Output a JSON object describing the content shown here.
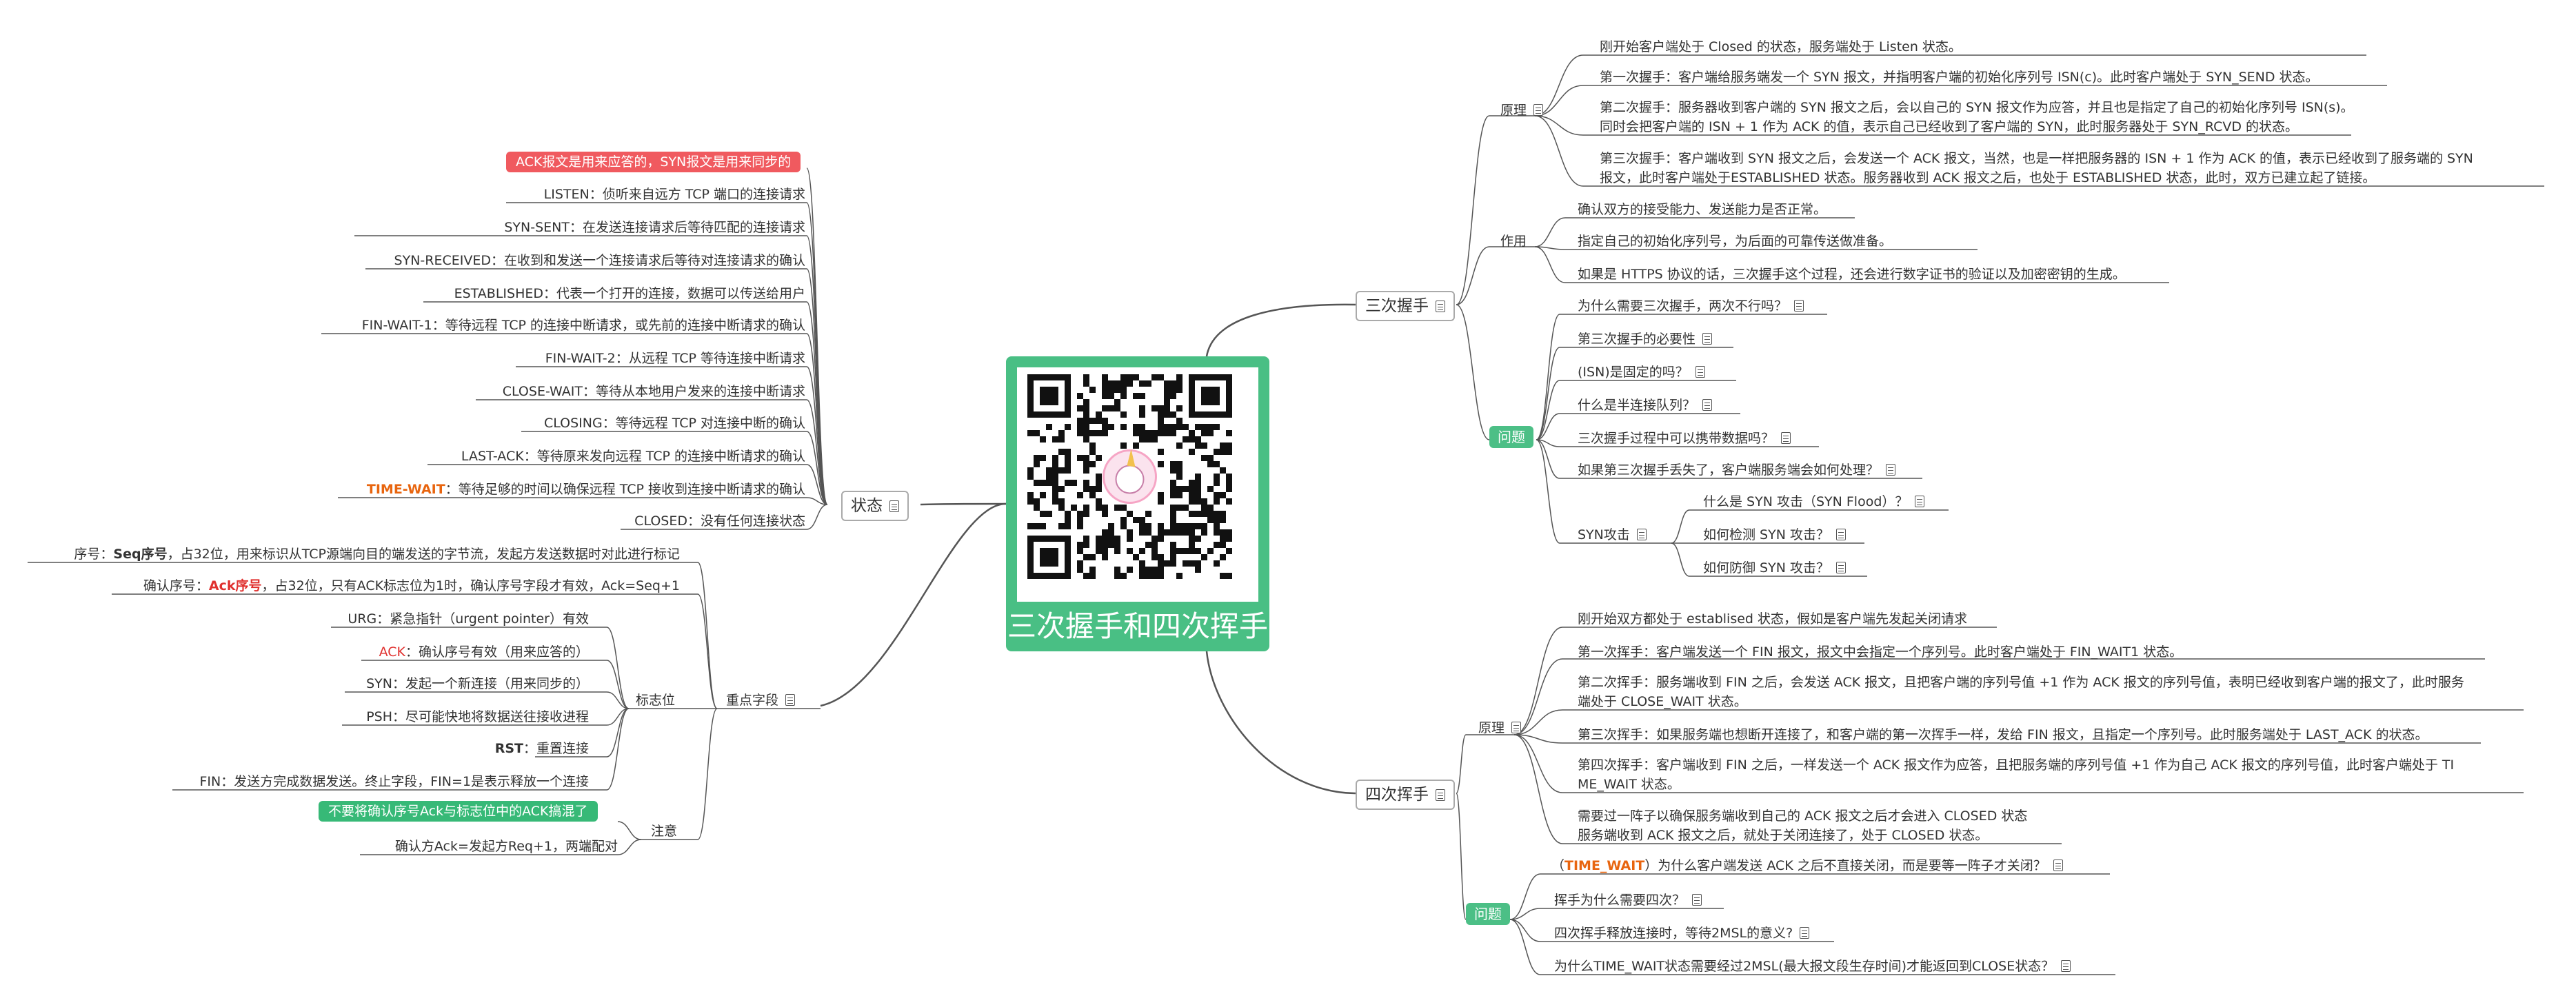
{
  "center": {
    "title": "三次握手和四次挥手"
  },
  "branches": {
    "handshake": "三次握手",
    "wave": "四次挥手",
    "state": "状态",
    "fields": "重点字段"
  },
  "handshake": {
    "principle": {
      "label": "原理",
      "items": [
        "刚开始客户端处于 Closed 的状态，服务端处于 Listen 状态。",
        "第一次握手：客户端给服务端发一个 SYN 报文，并指明客户端的初始化序列号 ISN(c)。此时客户端处于 SYN_SEND 状态。",
        "第二次握手：服务器收到客户端的 SYN 报文之后，会以自己的 SYN 报文作为应答，并且也是指定了自己的初始化序列号 ISN(s)。",
        "同时会把客户端的 ISN + 1 作为 ACK 的值，表示自己已经收到了客户端的 SYN，此时服务器处于 SYN_RCVD 的状态。",
        "第三次握手：客户端收到 SYN 报文之后，会发送一个 ACK 报文，当然，也是一样把服务器的 ISN + 1 作为 ACK 的值，表示已经收到了服务端的 SYN",
        "报文，此时客户端处于ESTABLISHED 状态。服务器收到 ACK 报文之后，也处于 ESTABLISHED 状态，此时，双方已建立起了链接。"
      ]
    },
    "purpose": {
      "label": "作用",
      "items": [
        "确认双方的接受能力、发送能力是否正常。",
        "指定自己的初始化序列号，为后面的可靠传送做准备。",
        "如果是 HTTPS 协议的话，三次握手这个过程，还会进行数字证书的验证以及加密密钥的生成。"
      ]
    },
    "questions": {
      "label": "问题",
      "items": [
        "为什么需要三次握手，两次不行吗？",
        "第三次握手的必要性",
        "(ISN)是固定的吗？",
        "什么是半连接队列？",
        "三次握手过程中可以携带数据吗？",
        "如果第三次握手丢失了，客户端服务端会如何处理？"
      ],
      "syn": {
        "label": "SYN攻击",
        "items": [
          "什么是 SYN 攻击（SYN Flood）？",
          "如何检测 SYN 攻击？",
          "如何防御 SYN 攻击？"
        ]
      }
    }
  },
  "wave": {
    "principle": {
      "label": "原理",
      "items": [
        "刚开始双方都处于 establised 状态，假如是客户端先发起关闭请求",
        "第一次挥手：客户端发送一个 FIN 报文，报文中会指定一个序列号。此时客户端处于 FIN_WAIT1 状态。",
        "第二次挥手：服务端收到 FIN 之后，会发送 ACK 报文，且把客户端的序列号值 +1 作为 ACK 报文的序列号值，表明已经收到客户端的报文了，此时服务",
        "端处于 CLOSE_WAIT 状态。",
        "第三次挥手：如果服务端也想断开连接了，和客户端的第一次挥手一样，发给 FIN 报文，且指定一个序列号。此时服务端处于 LAST_ACK 的状态。",
        "第四次挥手：客户端收到 FIN 之后，一样发送一个 ACK 报文作为应答，且把服务端的序列号值 +1 作为自己 ACK 报文的序列号值，此时客户端处于 TI",
        "ME_WAIT 状态。",
        "需要过一阵子以确保服务端收到自己的 ACK 报文之后才会进入 CLOSED 状态",
        "服务端收到 ACK 报文之后，就处于关闭连接了，处于 CLOSED 状态。"
      ]
    },
    "questions": {
      "label": "问题",
      "q1_pre": "（",
      "q1_hl": "TIME_WAIT",
      "q1_post": "）为什么客户端发送 ACK 之后不直接关闭，而是要等一阵子才关闭？",
      "items": [
        "挥手为什么需要四次？",
        "四次挥手释放连接时，等待2MSL的意义?",
        "为什么TIME_WAIT状态需要经过2MSL(最大报文段生存时间)才能返回到CLOSE状态？"
      ]
    }
  },
  "state": {
    "header": "ACK报文是用来应答的，SYN报文是用来同步的",
    "items": [
      "LISTEN：侦听来自远方 TCP 端口的连接请求",
      "SYN-SENT：在发送连接请求后等待匹配的连接请求",
      "SYN-RECEIVED：在收到和发送一个连接请求后等待对连接请求的确认",
      "ESTABLISHED：代表一个打开的连接，数据可以传送给用户",
      "FIN-WAIT-1：等待远程 TCP 的连接中断请求，或先前的连接中断请求的确认",
      "FIN-WAIT-2：从远程 TCP 等待连接中断请求",
      "CLOSE-WAIT：等待从本地用户发来的连接中断请求",
      "CLOSING：等待远程 TCP 对连接中断的确认",
      "LAST-ACK：等待原来发向远程 TCP 的连接中断请求的确认"
    ],
    "tw_hl": "TIME-WAIT",
    "tw_rest": "：等待足够的时间以确保远程 TCP 接收到连接中断请求的确认",
    "closed": "CLOSED：没有任何连接状态"
  },
  "fields": {
    "seq_pre": "序号：",
    "seq_b": "Seq序号",
    "seq_post": "，占32位，用来标识从TCP源端向目的端发送的字节流，发起方发送数据时对此进行标记",
    "ack_pre": "确认序号：",
    "ack_hl": "Ack序号",
    "ack_post": "，占32位，只有ACK标志位为1时，确认序号字段才有效，Ack=Seq+1",
    "flags": {
      "label": "标志位",
      "urg": "URG：紧急指针（urgent pointer）有效",
      "ack_hl": "ACK",
      "ack_rest": "：确认序号有效（用来应答的）",
      "syn": "SYN：发起一个新连接（用来同步的）",
      "psh": "PSH：尽可能快地将数据送往接收进程",
      "rst_b": "RST",
      "rst_rest": "：重置连接",
      "fin": "FIN：发送方完成数据发送。终止字段，FIN=1是表示释放一个连接"
    },
    "notes": {
      "label": "注意",
      "pill": "不要将确认序号Ack与标志位中的ACK搞混了",
      "item": "确认方Ack=发起方Req+1，两端配对"
    }
  }
}
